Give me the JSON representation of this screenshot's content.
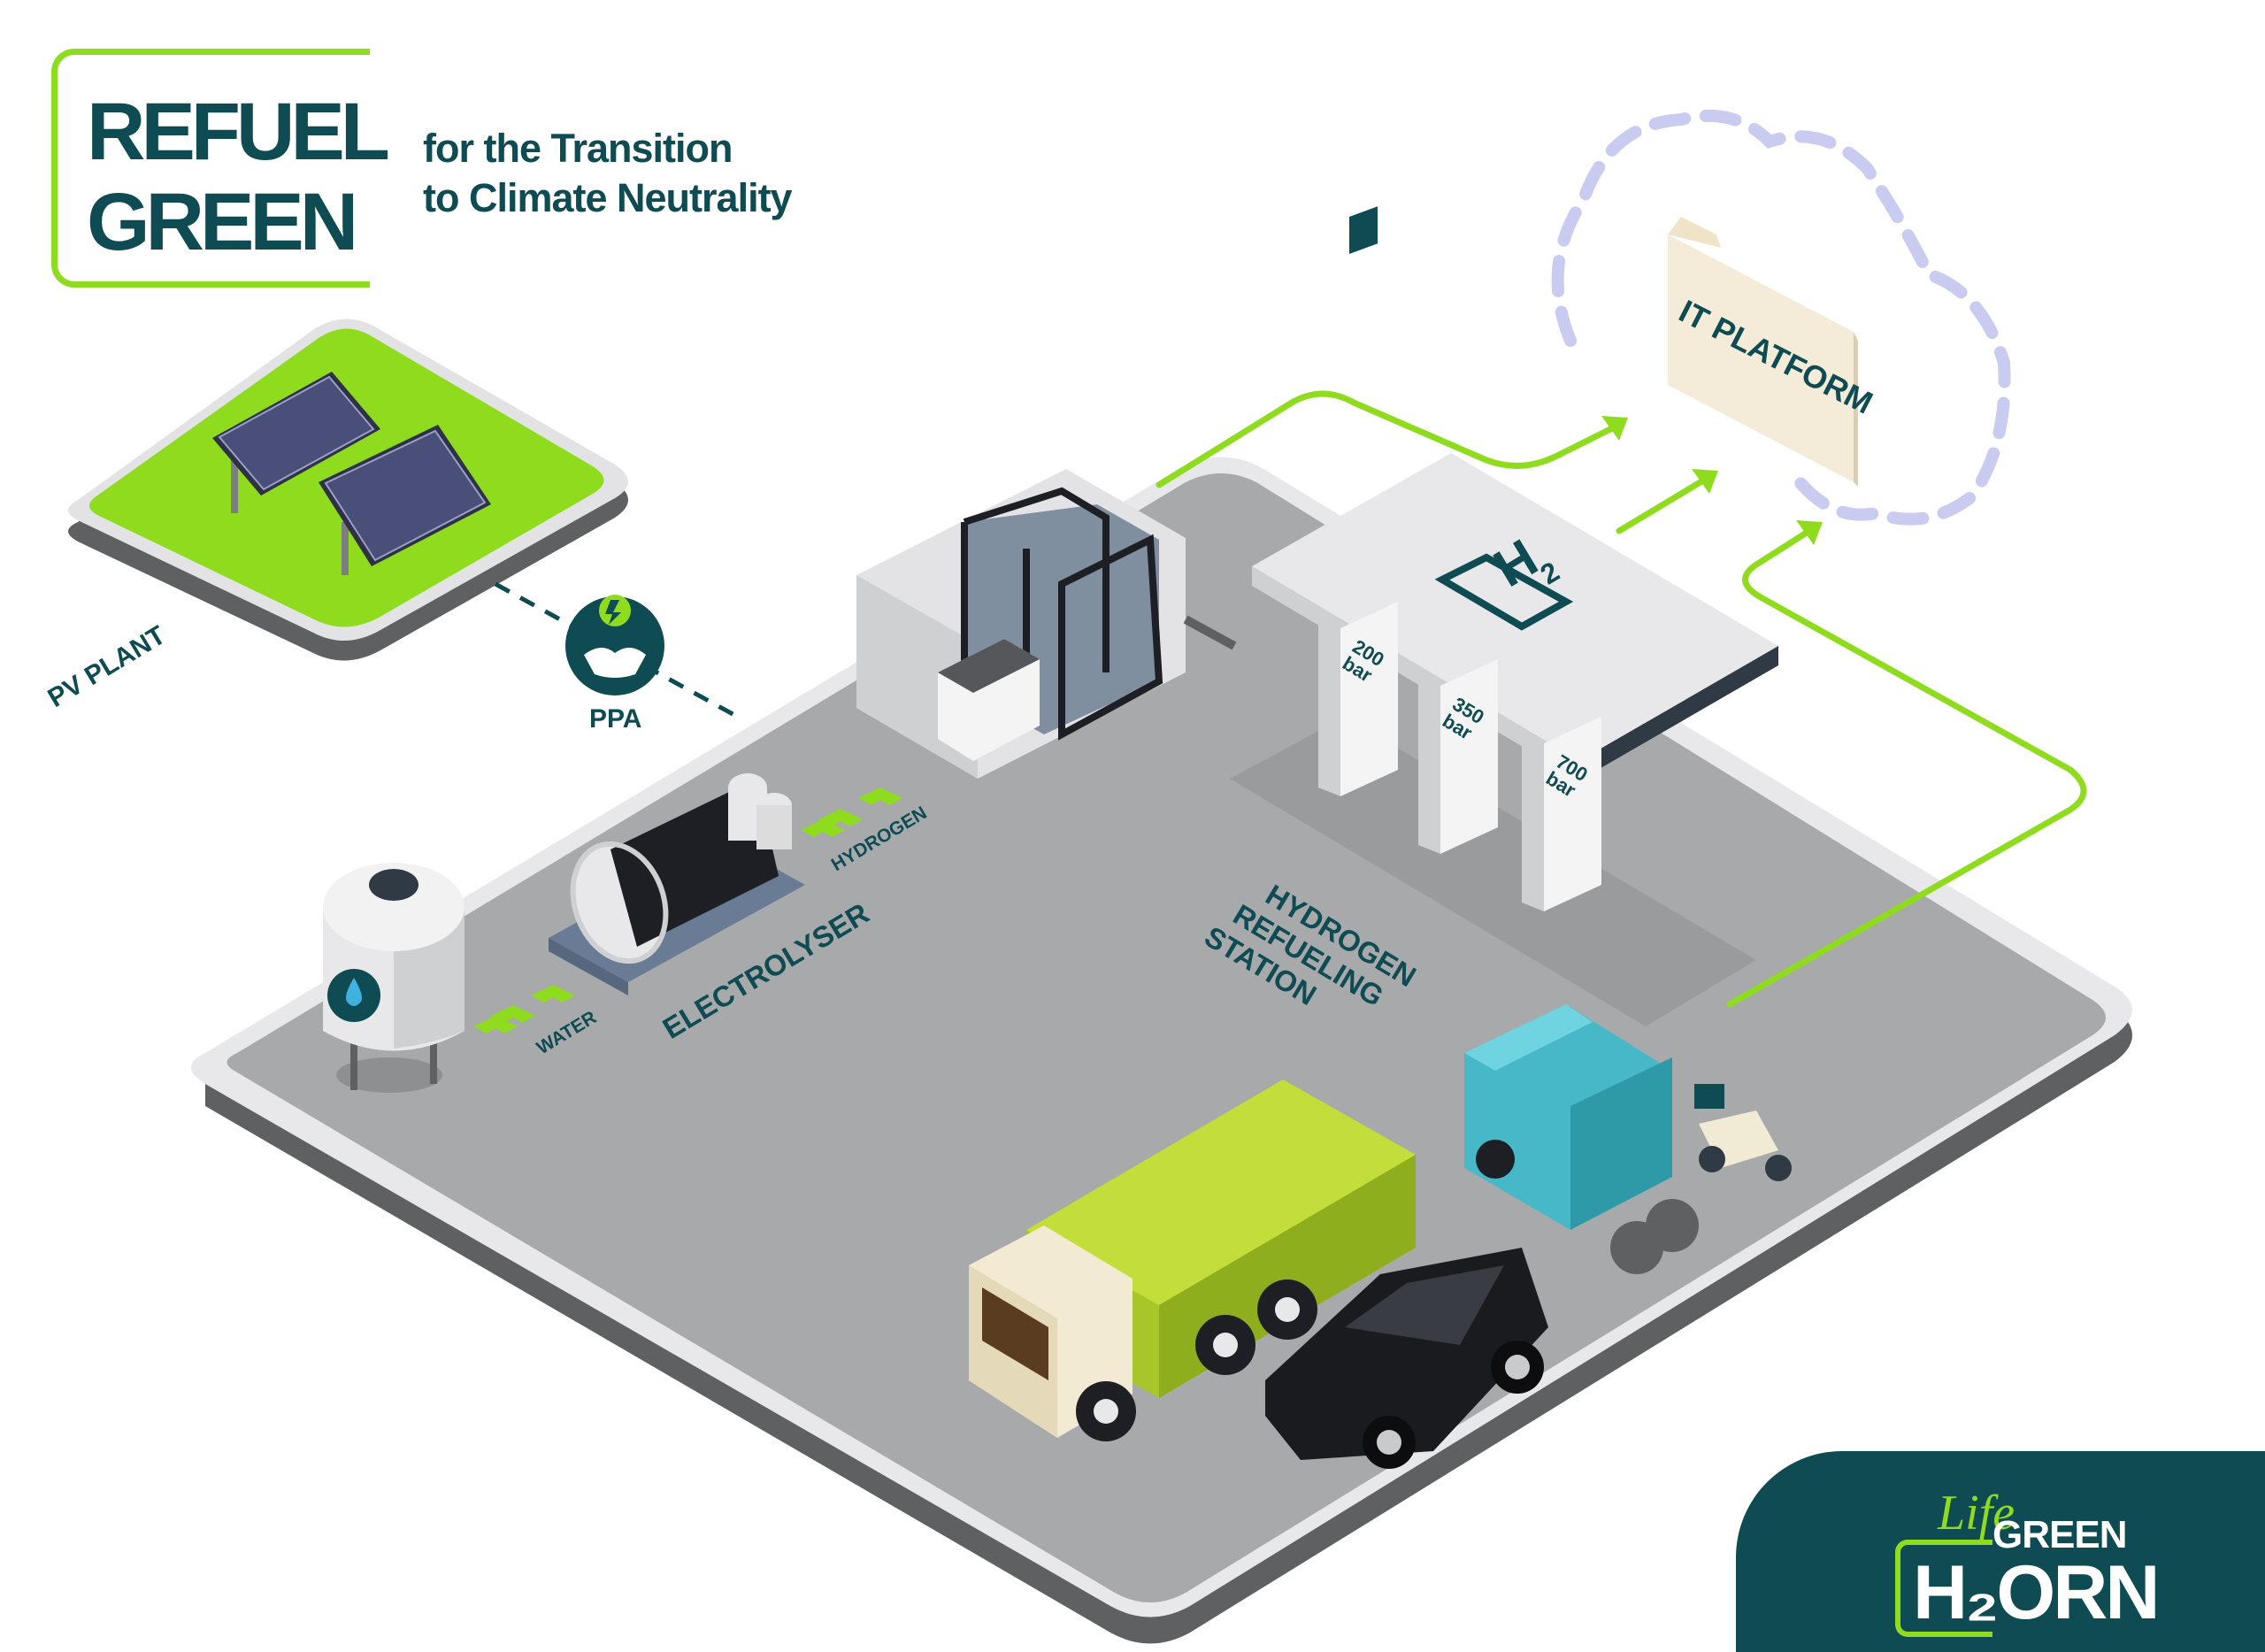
{
  "logo": {
    "line1": "REFUEL",
    "line2": "GREEN"
  },
  "tagline": {
    "line1": "for the Transition",
    "line2": "to Climate Neutrality"
  },
  "labels": {
    "pv_plant": "PV PLANT",
    "ppa": "PPA",
    "water": "WATER",
    "electrolyser": "ELECTROLYSER",
    "hydrogen": "HYDROGEN",
    "station_line1": "HYDROGEN",
    "station_line2": "REFUELING",
    "station_line3": "STATION",
    "it_platform": "IT PLATFORM",
    "canopy_h": "H",
    "canopy_sub": "2"
  },
  "dispensers": [
    {
      "value": "200",
      "unit": "bar"
    },
    {
      "value": "350",
      "unit": "bar"
    },
    {
      "value": "700",
      "unit": "bar"
    }
  ],
  "brand": {
    "life": "Life",
    "green": "GREEN",
    "h2orn": "H₂ORN"
  },
  "colors": {
    "accent_green": "#8fdc1e",
    "dark_teal": "#0f4b52",
    "ground": "#a8a9ab",
    "cloud_dash": "#c9ccf0"
  }
}
